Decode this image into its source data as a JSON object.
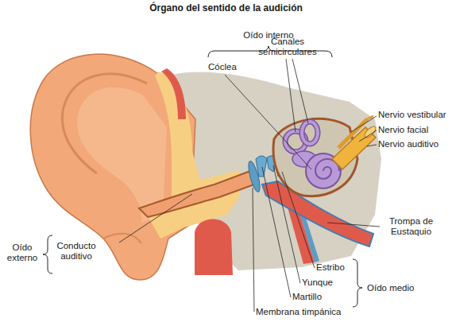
{
  "diagram": {
    "title": "Órgano del sentido de la audición",
    "labels": [
      "Oído interno",
      "Cóclea",
      "Canales semicirculares",
      "Nervio vestibular",
      "Nervio facial",
      "Nervio auditivo",
      "Trompa de Eustaquio",
      "Oído externo",
      "Conducto auditivo",
      "Estribo",
      "Yunque",
      "Oído medio",
      "Martillo",
      "Membrana timpánica"
    ]
  }
}
